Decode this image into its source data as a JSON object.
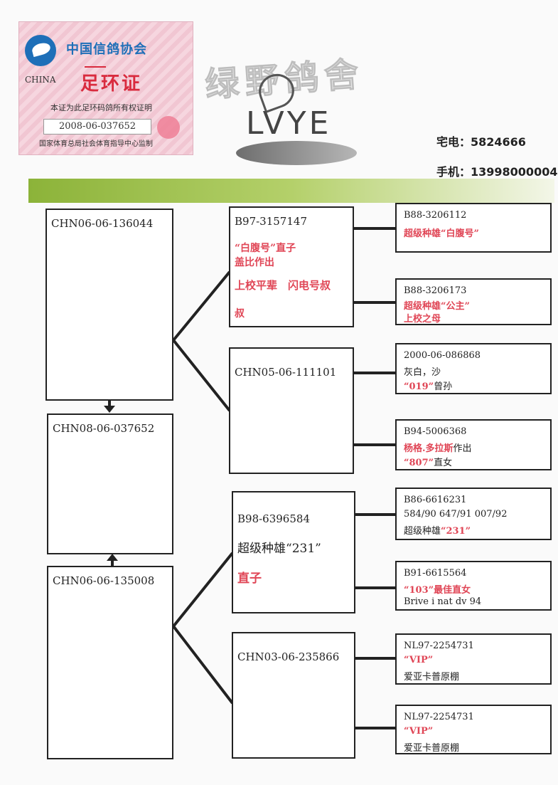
{
  "certificate": {
    "org": "中国信鸽协会",
    "country": "CHINA",
    "title": "足环证",
    "subtitle": "本证为此足环码鸽所有权证明",
    "ring_number": "2008-06-037652",
    "supervisor": "国家体育总局社会体育指导中心监制"
  },
  "loft": {
    "watermark": "绿野鸽舍",
    "logo_text": "LVYE",
    "phone_home": "宅电：5824666",
    "phone_mobile": "手机：13998000004"
  },
  "pedigree": {
    "subject": "CHN08-06-037652",
    "sire": "CHN06-06-136044",
    "dam": "CHN06-06-135008",
    "sire_sire": {
      "id": "B97-3157147",
      "note1": "“白腹号”直子",
      "note2": "盖比作出",
      "note3": "上校平辈　闪电号叔",
      "note4": "叔"
    },
    "sire_dam": {
      "id": "CHN05-06-111101"
    },
    "dam_sire": {
      "id": "B98-6396584",
      "note1": "超级种雄“231”",
      "note2": "直子"
    },
    "dam_dam": {
      "id": "CHN03-06-235866"
    },
    "gen3": [
      {
        "id": "B88-3206112",
        "l1": "超级种雄“白腹号”",
        "l2": ""
      },
      {
        "id": "B88-3206173",
        "l1": "超级种雄“公主”",
        "l2": "上校之母"
      },
      {
        "id": "2000-06-086868",
        "l1": "灰白，沙",
        "l2_q": "“019”",
        "l2_t": "曾孙"
      },
      {
        "id": "B94-5006368",
        "l1_r": "杨格.多拉斯",
        "l1_t": "作出",
        "l2_q": "“807”",
        "l2_t": "直女"
      },
      {
        "id": "B86-6616231",
        "l1": "584/90 647/91 007/92",
        "l2_t": "超级种雄",
        "l2_q": "“231”"
      },
      {
        "id": "B91-6615564",
        "l1_q": "“103”",
        "l1_t": "最佳直女",
        "l2": "Brive i nat dv 94"
      },
      {
        "id": "NL97-2254731",
        "l1": "“VIP”",
        "l2": "爱亚卡普原棚"
      },
      {
        "id": "NL97-2254731",
        "l1": "“VIP”",
        "l2": "爱亚卡普原棚"
      }
    ]
  },
  "colors": {
    "accent_red": "#e04656",
    "green": "#8cb339",
    "blue": "#1e6fb8"
  },
  "icons": [
    "dove-logo-icon",
    "seal-stamp-icon",
    "arrow-down-icon",
    "arrow-up-icon"
  ]
}
